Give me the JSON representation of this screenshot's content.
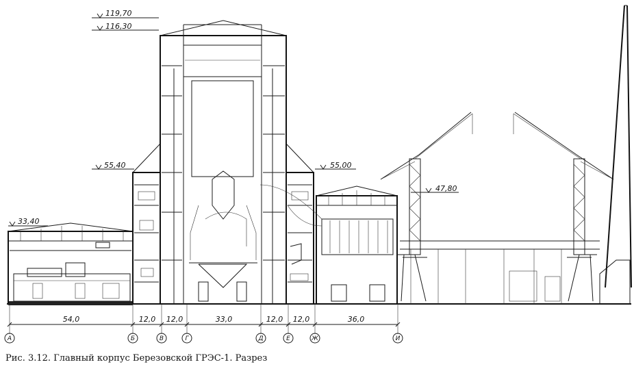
{
  "caption": "Рис. 3.12. Главный корпус Березовской ГРЭС-1. Разрез",
  "elevations": {
    "top_roof": "119,70",
    "upper_roof": "116,30",
    "left_bunker_roof": "55,40",
    "right_bunker_roof": "55,00",
    "boiler_roof": "47,80",
    "turbine_hall_roof": "33,40"
  },
  "dimensions": [
    "54,0",
    "12,0",
    "12,0",
    "33,0",
    "12,0",
    "12,0",
    "36,0"
  ],
  "axes": [
    "А",
    "Б",
    "В",
    "Г",
    "Д",
    "Е",
    "Ж",
    "И"
  ]
}
